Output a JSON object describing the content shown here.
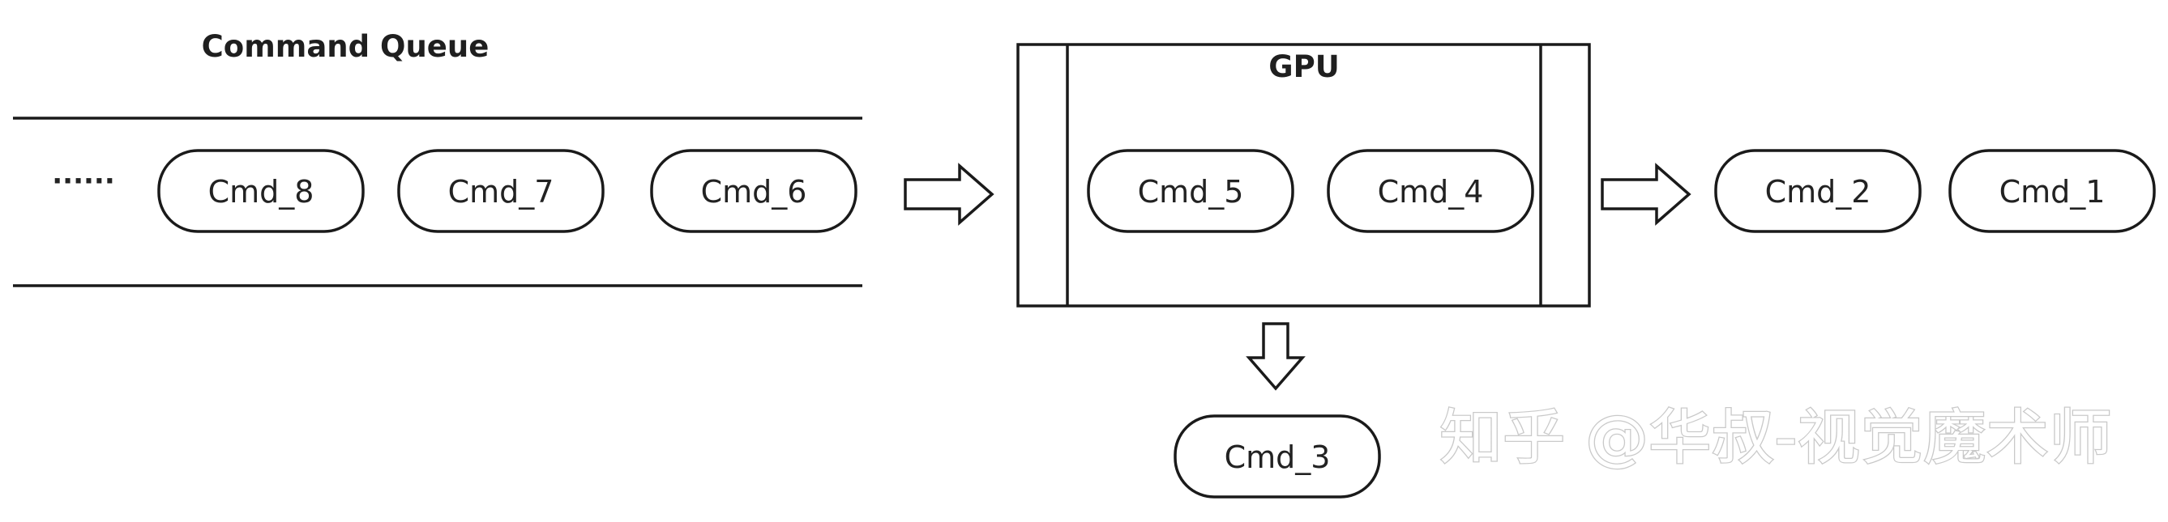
{
  "queue": {
    "title": "Command Queue",
    "ellipsis": "······",
    "commands": [
      "Cmd_8",
      "Cmd_7",
      "Cmd_6"
    ]
  },
  "gpu": {
    "title": "GPU",
    "commands": [
      "Cmd_5",
      "Cmd_4"
    ]
  },
  "completed": {
    "commands": [
      "Cmd_2",
      "Cmd_1"
    ]
  },
  "output": {
    "command": "Cmd_3"
  },
  "watermark": "知乎 @华叔-视觉魔术师",
  "colors": {
    "queue_cmd": "#ffffff",
    "gpu_cmd_5": "#cdeebb",
    "gpu_cmd_4": "#97da6c",
    "completed_cmd": "#e3e3e3",
    "output_cmd": "#9b9b9b"
  }
}
